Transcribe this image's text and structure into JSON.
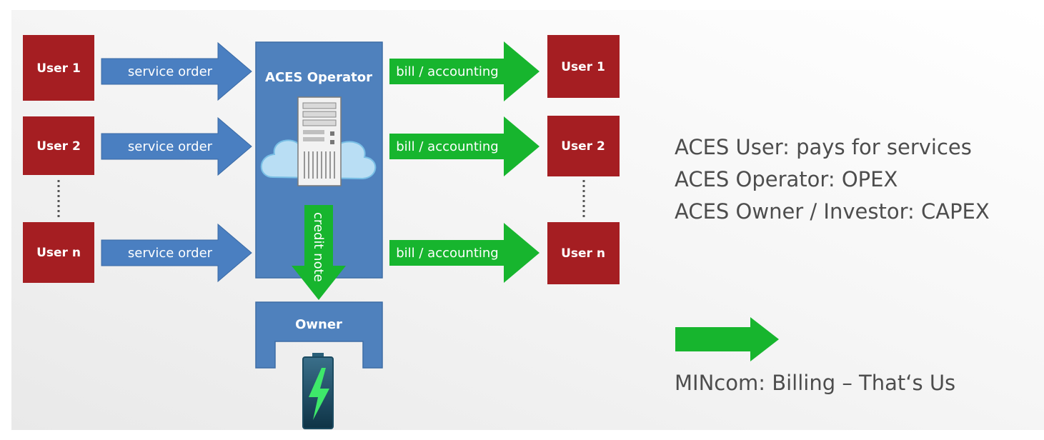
{
  "left_users": [
    {
      "label": "User 1",
      "arrow": "service order"
    },
    {
      "label": "User 2",
      "arrow": "service order"
    },
    {
      "label": "User n",
      "arrow": "service order"
    }
  ],
  "right_users": [
    {
      "label": "User 1",
      "arrow": "bill / accounting"
    },
    {
      "label": "User 2",
      "arrow": "bill / accounting"
    },
    {
      "label": "User n",
      "arrow": "bill / accounting"
    }
  ],
  "operator": {
    "label": "ACES Operator",
    "credit_note": "credit note"
  },
  "owner": {
    "label": "Owner"
  },
  "roles": [
    "ACES User: pays for services",
    "ACES Operator: OPEX",
    "ACES Owner / Investor: CAPEX"
  ],
  "mincom": "MINcom: Billing – That‘s Us",
  "colors": {
    "user_box": "#a51e22",
    "blue_arrow": "#4a7fc1",
    "operator_box": "#4f81bd",
    "green_arrow": "#17b52e",
    "text_gray": "#4d4d4d"
  },
  "icons": [
    "server-icon",
    "cloud-icon",
    "battery-icon"
  ]
}
